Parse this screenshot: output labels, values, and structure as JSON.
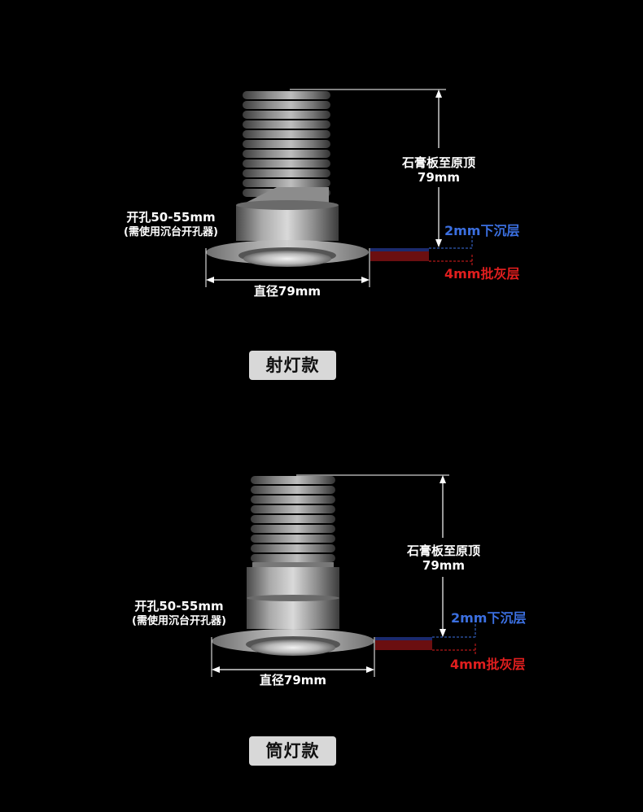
{
  "panels": [
    {
      "hole_label": "开孔50-55mm",
      "hole_note": "(需使用沉台开孔器)",
      "height_label": "石膏板至原顶",
      "height_value": "79mm",
      "sink_label": "2mm下沉层",
      "putty_label": "4mm批灰层",
      "diameter_label": "直径79mm",
      "product_name": "射灯款"
    },
    {
      "hole_label": "开孔50-55mm",
      "hole_note": "(需使用沉台开孔器)",
      "height_label": "石膏板至原顶",
      "height_value": "79mm",
      "sink_label": "2mm下沉层",
      "putty_label": "4mm批灰层",
      "diameter_label": "直径79mm",
      "product_name": "筒灯款"
    }
  ],
  "colors": {
    "background": "#000000",
    "sink_layer": "#3b6fe0",
    "putty_layer": "#e01e1e",
    "badge_bg": "#d8d8d8",
    "metal": "#9a9a9a"
  }
}
